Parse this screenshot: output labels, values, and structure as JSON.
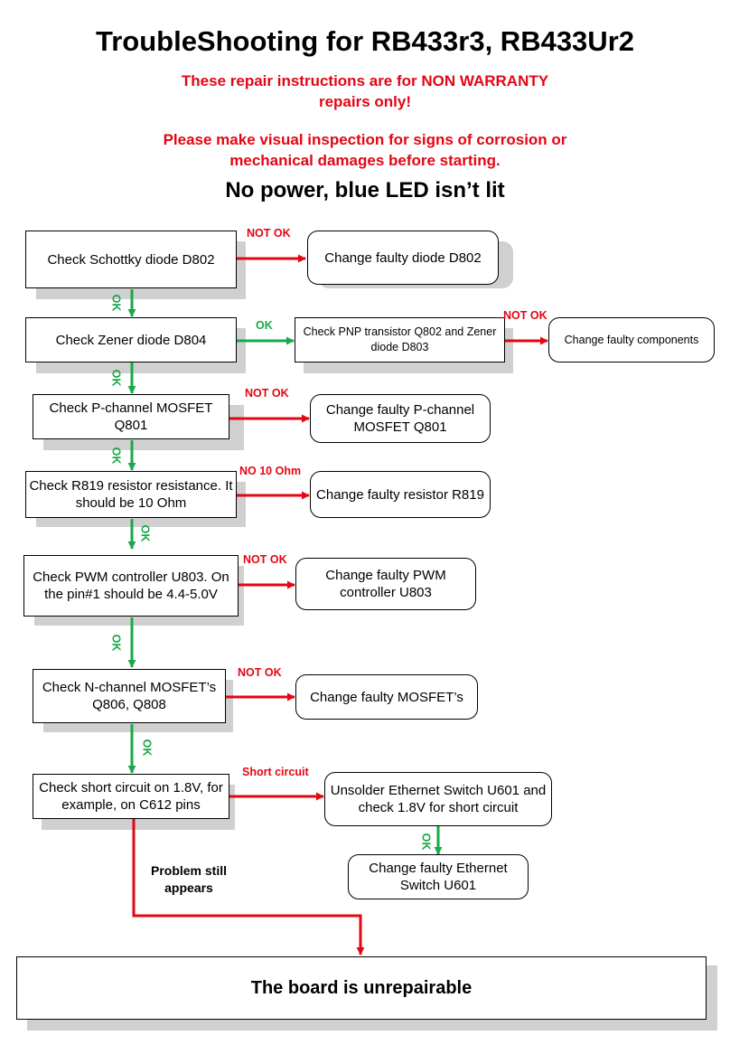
{
  "title": "TroubleShooting for RB433r3, RB433Ur2",
  "warnings": [
    "These repair instructions are for NON WARRANTY",
    "repairs only!",
    "Please make visual inspection for signs of corrosion or",
    "mechanical damages before starting."
  ],
  "subtitle": "No power, blue LED isn’t lit",
  "colors": {
    "no_path": "#e30613",
    "ok_path": "#1aa84a"
  },
  "steps": {
    "d802": "Check Schottky diode D802",
    "d804": "Check Zener diode D804",
    "q801": "Check P-channel MOSFET Q801",
    "r819": "Check R819 resistor resistance. It should be 10 Ohm",
    "u803": "Check PWM controller U803. On the pin#1 should be 4.4-5.0V",
    "q806": "Check N-channel MOSFET’s Q806, Q808",
    "short": "Check short circuit on 1.8V, for example, on C612 pins"
  },
  "actions": {
    "d802": "Change faulty diode D802",
    "q802": "Check PNP transistor Q802 and Zener diode D803",
    "components": "Change faulty components",
    "q801": "Change faulty P-channel MOSFET Q801",
    "r819": "Change faulty resistor R819",
    "u803": "Change faulty PWM controller U803",
    "mosfets": "Change faulty MOSFET’s",
    "unsolder": "Unsolder Ethernet Switch U601 and check 1.8V for short circuit",
    "u601": "Change faulty Ethernet Switch U601"
  },
  "final": "The board is unrepairable",
  "labels": {
    "not_ok": "NOT OK",
    "ok": "OK",
    "no_10_ohm": "NO 10 Ohm",
    "short_circuit": "Short circuit",
    "problem_still_appears": "Problem still appears"
  }
}
